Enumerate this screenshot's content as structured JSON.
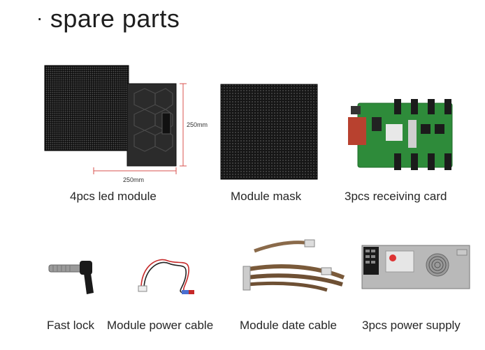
{
  "title": "spare parts",
  "title_bullet": "·",
  "dimensions": {
    "height_label": "250mm",
    "width_label": "250mm"
  },
  "products": [
    {
      "caption": "4pcs led module",
      "icon": "led-module-icon"
    },
    {
      "caption": "Module mask",
      "icon": "module-mask-icon"
    },
    {
      "caption": "3pcs receiving card",
      "icon": "receiving-card-icon"
    },
    {
      "caption": "Fast lock",
      "icon": "fast-lock-icon"
    },
    {
      "caption": "Module power cable",
      "icon": "power-cable-icon"
    },
    {
      "caption": "Module date cable",
      "icon": "data-cable-icon"
    },
    {
      "caption": "3pcs power supply",
      "icon": "power-supply-icon"
    }
  ],
  "colors": {
    "dimension_line": "#d9534f",
    "pcb_green": "#2e8b3a",
    "module_black": "#1a1a1a"
  }
}
